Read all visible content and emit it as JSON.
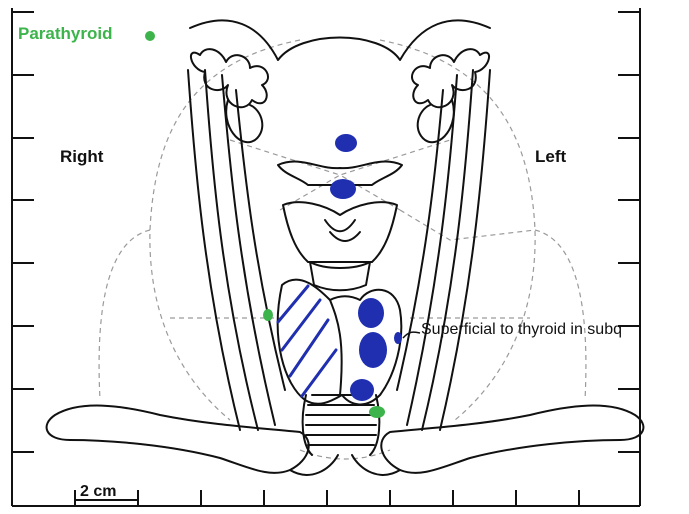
{
  "legend": {
    "label": "Parathyroid",
    "color": "#3cb44b"
  },
  "sides": {
    "right": "Right",
    "left": "Left"
  },
  "annotation": "Superficial to thyroid in subq",
  "scale_bar": {
    "label": "2 cm"
  },
  "colors": {
    "tumor_fill": "#1f2fb0",
    "parathyroid": "#3cb44b",
    "outline": "#111111",
    "guide": "#9a9a9a"
  }
}
